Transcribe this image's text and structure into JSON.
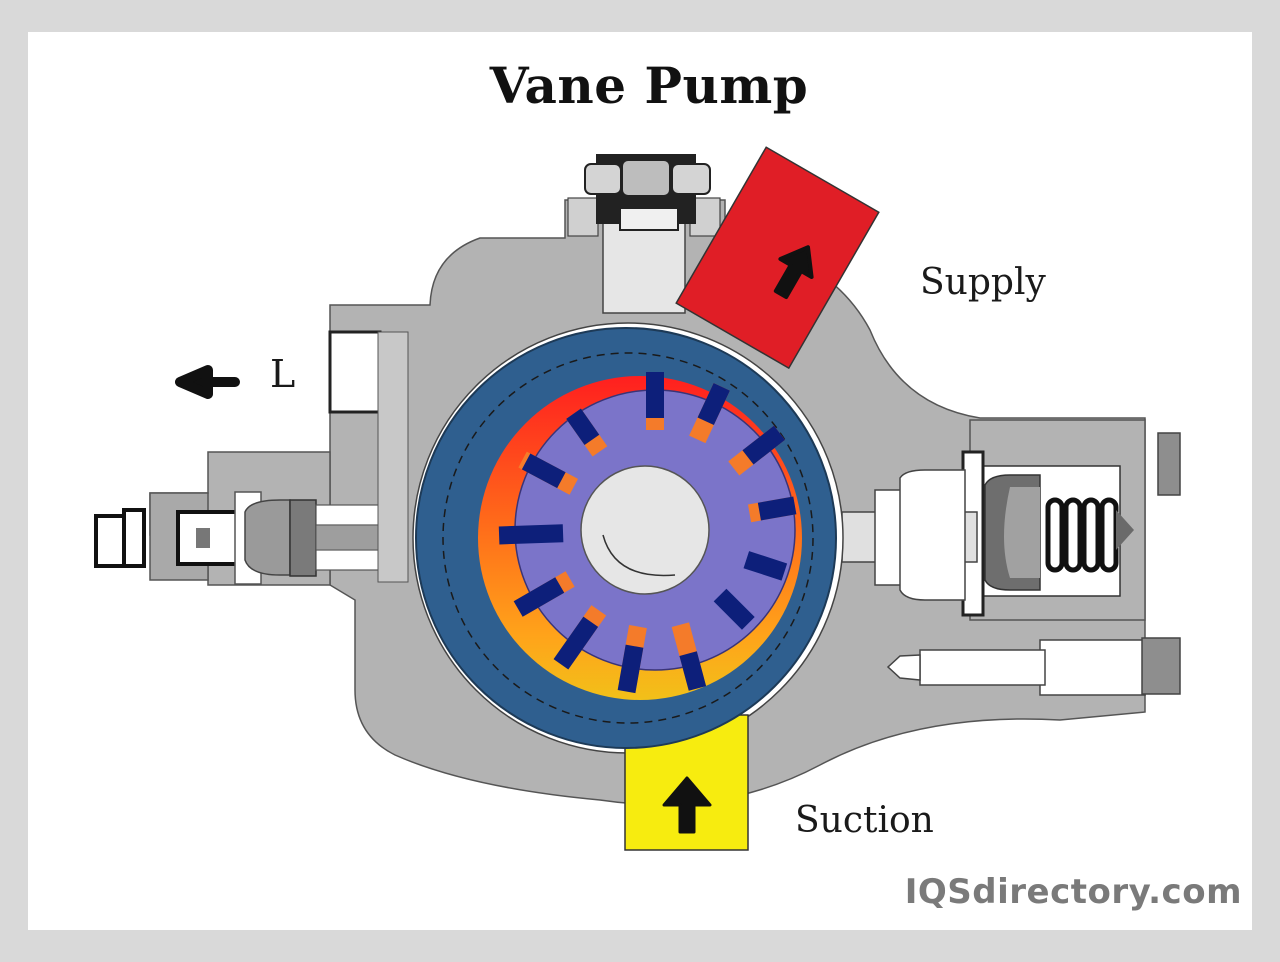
{
  "title": "Vane Pump",
  "labels": {
    "supply": "Supply",
    "suction": "Suction",
    "leak": "L"
  },
  "watermark": "IQSdirectory.com",
  "colors": {
    "housing": "#b3b3b3",
    "housing_dark": "#8e8e8e",
    "cam_ring": "#2f5f8f",
    "rotor": "#7b74c9",
    "vane": "#0d1f7a",
    "shaft": "#e6e6e6",
    "supply_port": "#e01e26",
    "suction_port": "#f7ec0f",
    "background": "#d9d9d9"
  },
  "icons": [
    "arrow-up-icon",
    "arrow-left-icon",
    "spring-icon"
  ]
}
